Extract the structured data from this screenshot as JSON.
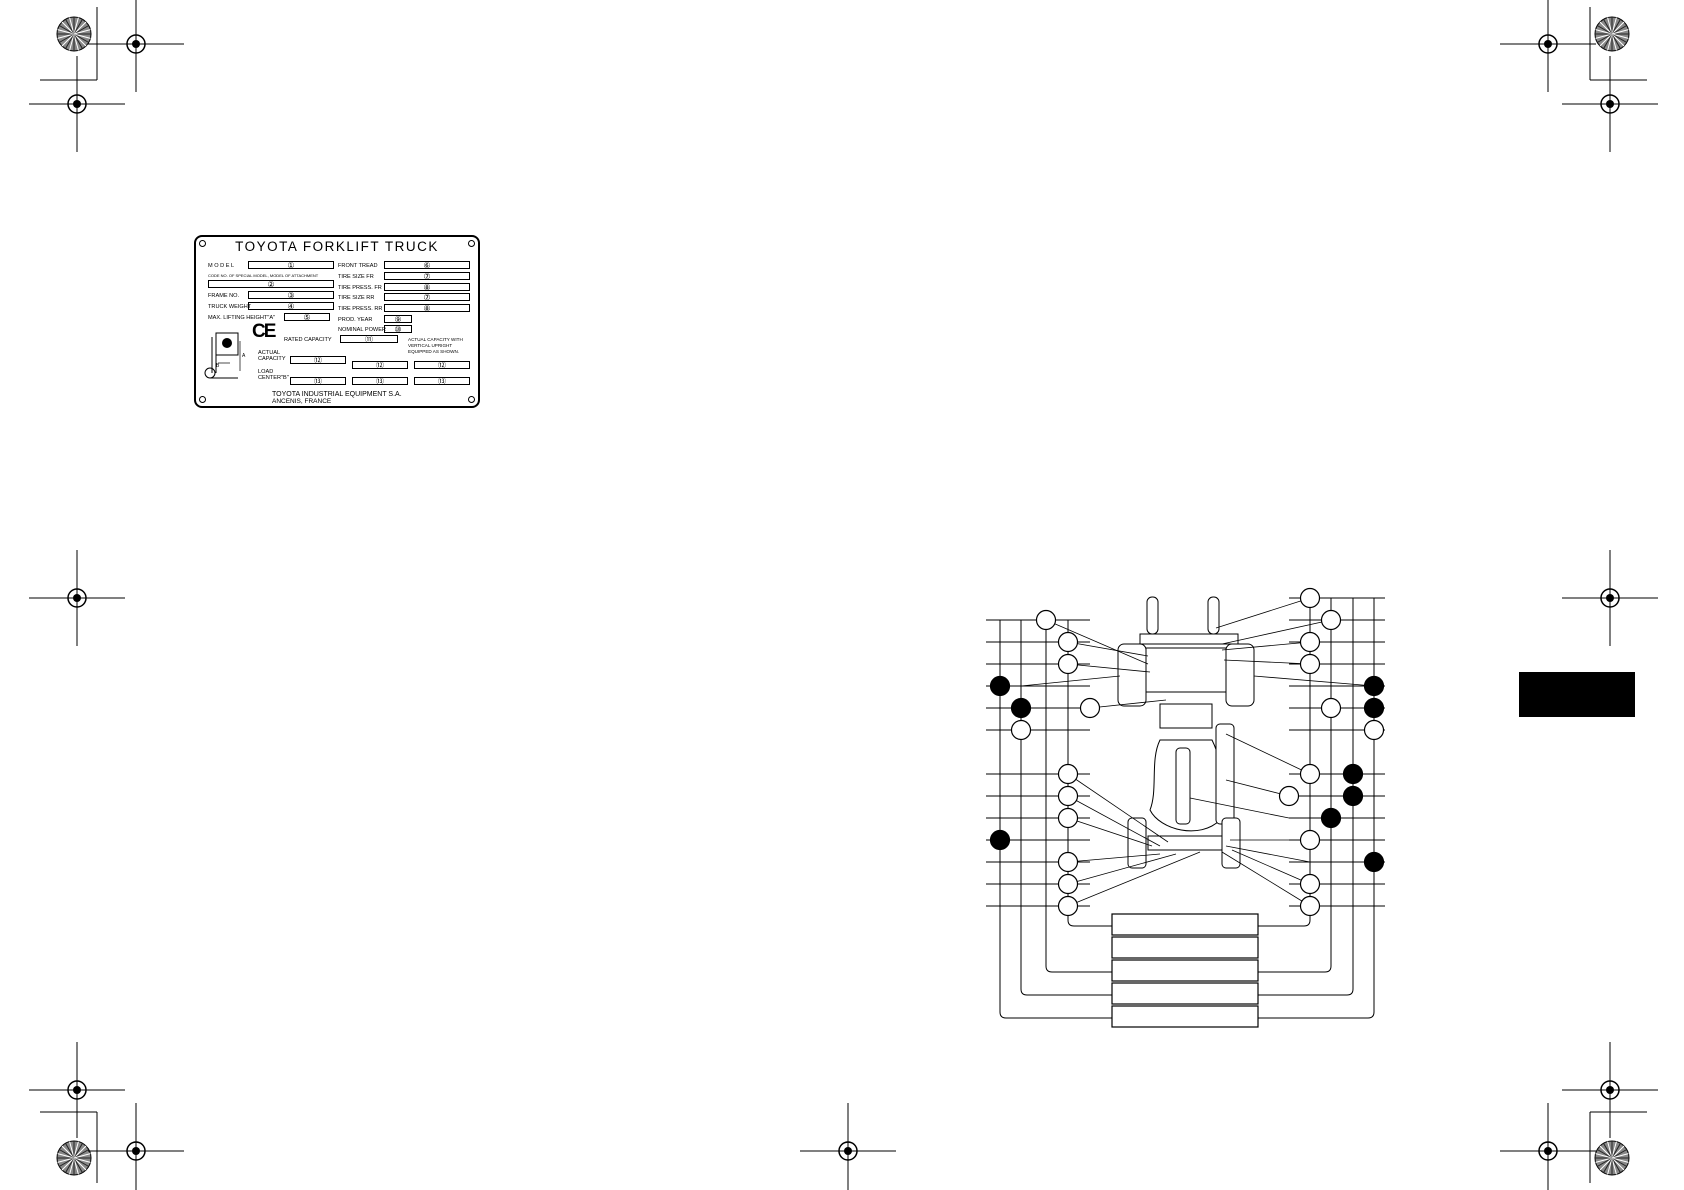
{
  "nameplate": {
    "title": "TOYOTA  FORKLIFT  TRUCK",
    "left_labels": {
      "model": "M O D E L",
      "code": "CODE NO. OF SPECIAL MODEL, MODEL OF ATTACHMENT",
      "frame": "FRAME  NO.",
      "weight": "TRUCK  WEIGHT",
      "height": "MAX.  LIFTING  HEIGHT\"A\"",
      "actual_capacity": "ACTUAL CAPACITY",
      "load_center": "LOAD CENTER\"B\"",
      "rated_capacity": "RATED CAPACITY"
    },
    "right_labels": {
      "front_tread": "FRONT  TREAD",
      "tire_size_fr": "TIRE  SIZE   FR",
      "tire_press_fr": "TIRE  PRESS.  FR",
      "tire_size_rr": "TIRE  SIZE   RR",
      "tire_press_rr": "TIRE  PRESS.  RR",
      "prod_year": "PROD.  YEAR",
      "nominal_power": "NOMINAL POWER",
      "actual_capacity_note": "ACTUAL CAPACITY WITH VERTICAL UPRIGHT EQUIPPED AS SHOWN."
    },
    "numbers": {
      "n1": "①",
      "n2": "②",
      "n3": "③",
      "n4": "④",
      "n5": "⑤",
      "n6": "⑥",
      "n7": "⑦",
      "n8": "⑧",
      "n9": "⑨",
      "n10": "⑩",
      "n11": "⑪",
      "n12": "⑫",
      "n13": "⑬"
    },
    "ce_mark": "CE",
    "manufacturer": "TOYOTA  INDUSTRIAL  EQUIPMENT  S.A.",
    "city": "ANCENIS,  FRANCE",
    "diagram_letters": {
      "b": "B",
      "a": "A"
    }
  }
}
